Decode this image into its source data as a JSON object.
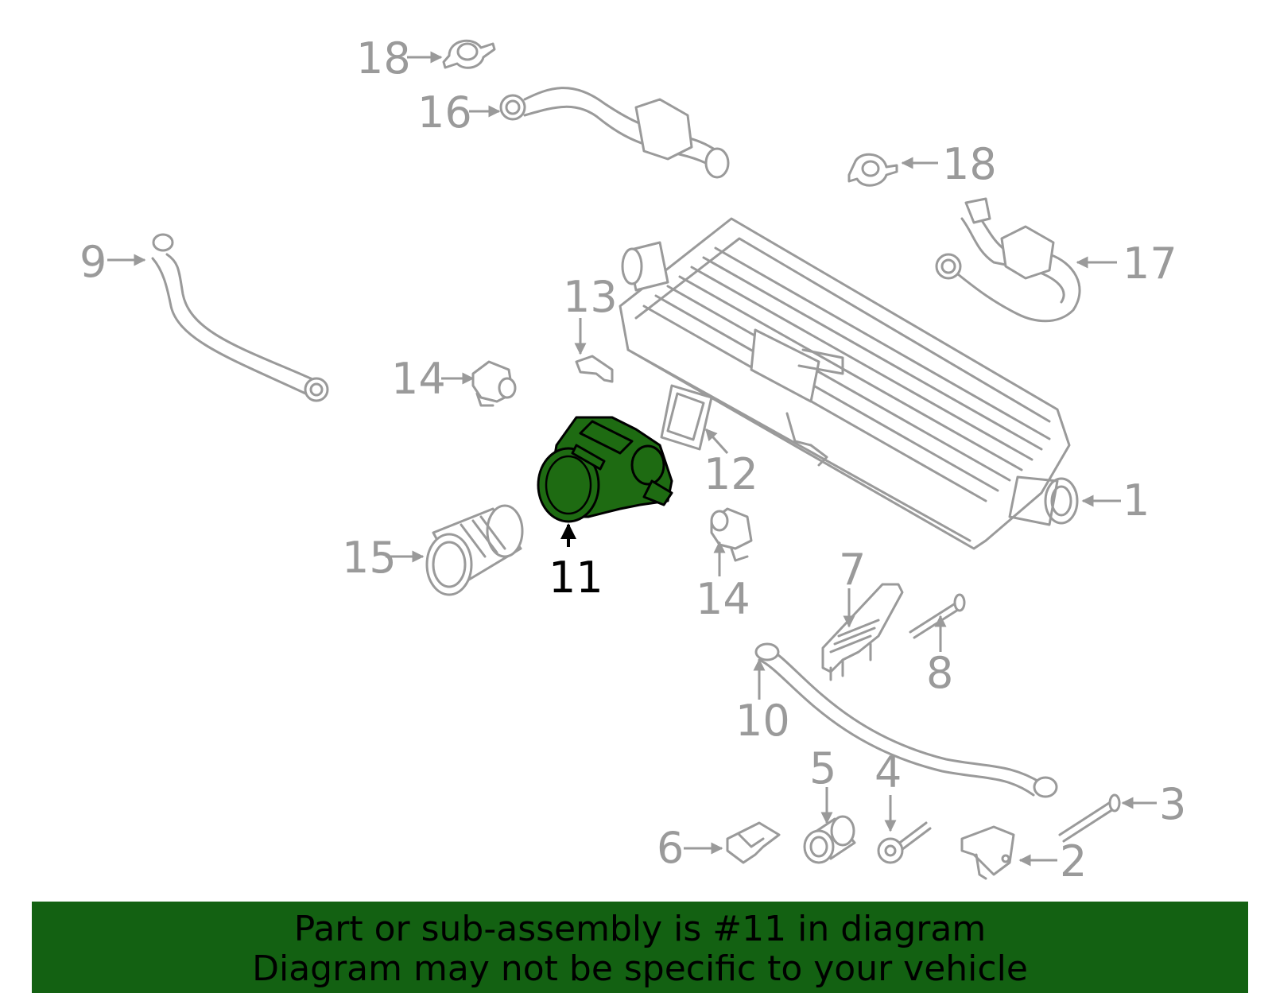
{
  "callouts": {
    "c1": "1",
    "c2": "2",
    "c3": "3",
    "c4": "4",
    "c5": "5",
    "c6": "6",
    "c7": "7",
    "c8": "8",
    "c9": "9",
    "c10": "10",
    "c11": "11",
    "c12": "12",
    "c13": "13",
    "c14a": "14",
    "c14b": "14",
    "c15": "15",
    "c16": "16",
    "c17": "17",
    "c18a": "18",
    "c18b": "18"
  },
  "highlighted_part": "11",
  "colors": {
    "highlight": "#1e6b12",
    "banner": "#136112",
    "linework": "#9a9a9a"
  },
  "banner": {
    "line1": "Part or sub-assembly is #11 in diagram",
    "line2": "Diagram may not be specific to your vehicle"
  }
}
